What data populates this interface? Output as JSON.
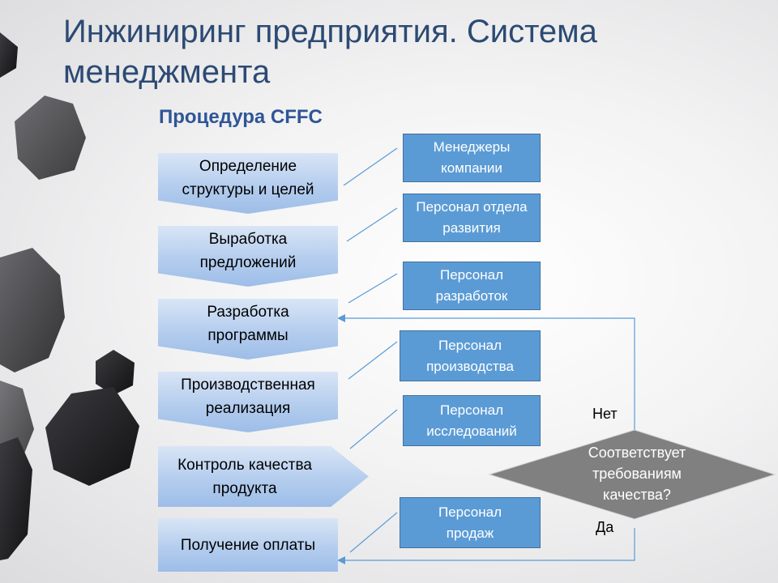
{
  "title": "Инжиниринг предприятия. Система менеджмента",
  "subtitle": "Процедура CFFC",
  "steps": [
    {
      "label": "Определение структуры и целей"
    },
    {
      "label": "Выработка предложений"
    },
    {
      "label": "Разработка программы"
    },
    {
      "label": "Производственная реализация"
    },
    {
      "label": "Контроль качества продукта"
    },
    {
      "label": "Получение оплаты"
    }
  ],
  "roles": [
    {
      "label": "Менеджеры компании"
    },
    {
      "label": "Персонал отдела развития"
    },
    {
      "label": "Персонал разработок"
    },
    {
      "label": "Персонал производства"
    },
    {
      "label": "Персонал исследований"
    },
    {
      "label": "Персонал продаж"
    }
  ],
  "decision": {
    "question": "Соответствует требованиям качества?",
    "no_label": "Нет",
    "yes_label": "Да"
  },
  "colors": {
    "title": "#2c4a73",
    "subtitle": "#2f5596",
    "role_fill": "#5b9bd5",
    "step_fill": "#b4cdee",
    "decision_fill": "#808080",
    "connector": "#5b9bd5"
  }
}
